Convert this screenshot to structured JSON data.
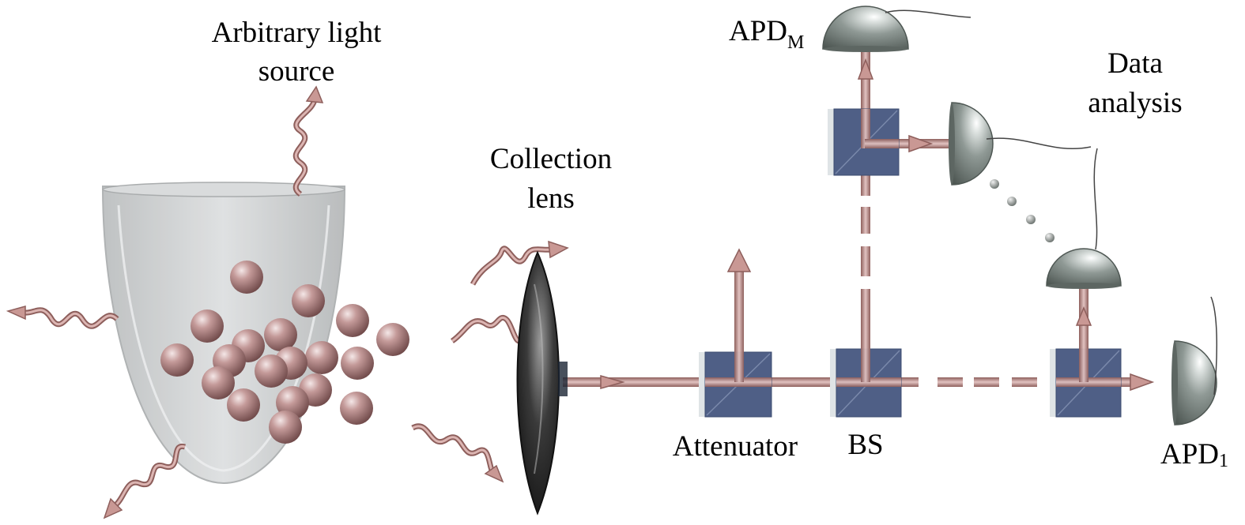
{
  "labels": {
    "source_line1": "Arbitrary light",
    "source_line2": "source",
    "lens_line1": "Collection",
    "lens_line2": "lens",
    "attenuator": "Attenuator",
    "beam_splitter": "BS",
    "apd_m_main": "APD",
    "apd_m_sub": "M",
    "apd_1_main": "APD",
    "apd_1_sub": "1",
    "data_line1": "Data",
    "data_line2": "analysis"
  },
  "colors": {
    "beam": "#c99894",
    "beam_edge": "#8e5f5c",
    "cube_face": "#4f5f86",
    "cube_side": "#cfd6da",
    "detector": "#7f8a86",
    "bowl": "#c9cccd",
    "sphere": "#a97f7f",
    "lens": "#2b2b2b"
  },
  "icons": {
    "detector": "hemisphere-detector-icon",
    "splitter": "cube-beam-splitter-icon",
    "emitter": "sphere-emitter-icon",
    "photon": "wavy-photon-arrow-icon"
  }
}
